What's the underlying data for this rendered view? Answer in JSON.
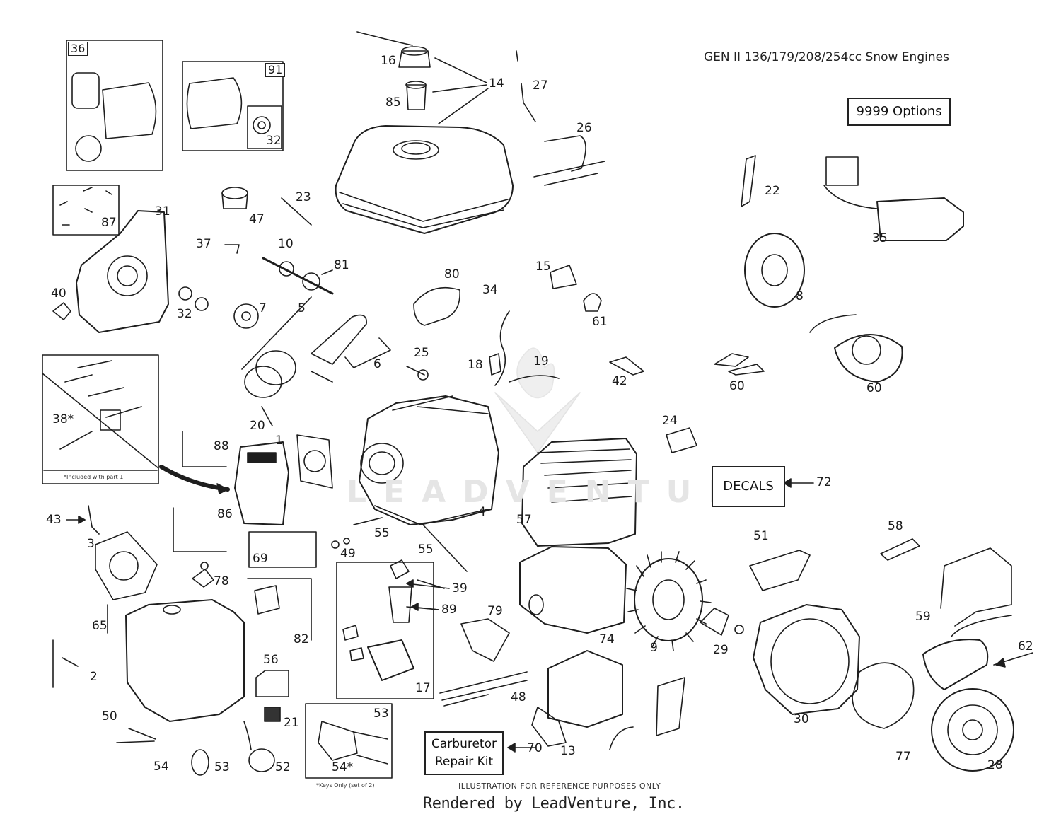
{
  "title": "GEN II 136/179/208/254cc Snow Engines",
  "options_label": "9999  Options",
  "decals_label": "DECALS",
  "carb_kit_label": "Carburetor Repair Kit",
  "watermark": "LEADVENTURE",
  "note_included": "*Included with part 1",
  "note_keys": "*Keys Only (set of 2)",
  "footer_note": "ILLUSTRATION FOR REFERENCE PURPOSES ONLY",
  "rendered_by": "Rendered by LeadVenture, Inc.",
  "callouts": [
    "36",
    "91",
    "32",
    "16",
    "14",
    "27",
    "85",
    "26",
    "87",
    "31",
    "47",
    "23",
    "37",
    "10",
    "81",
    "40",
    "32",
    "7",
    "5",
    "6",
    "25",
    "80",
    "34",
    "15",
    "61",
    "18",
    "19",
    "42",
    "22",
    "35",
    "8",
    "60",
    "60",
    "24",
    "38*",
    "20",
    "88",
    "1",
    "4",
    "57",
    "72",
    "43",
    "3",
    "86",
    "55",
    "49",
    "55",
    "69",
    "78",
    "39",
    "89",
    "79",
    "74",
    "9",
    "29",
    "51",
    "58",
    "59",
    "62",
    "65",
    "2",
    "82",
    "56",
    "50",
    "21",
    "52",
    "53",
    "54",
    "53",
    "54*",
    "48",
    "13",
    "70",
    "17",
    "30",
    "77",
    "28"
  ]
}
